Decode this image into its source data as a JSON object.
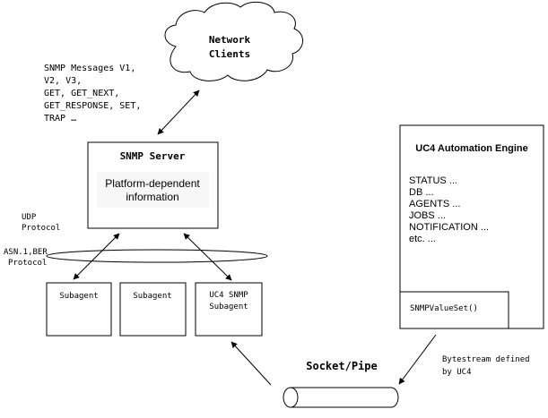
{
  "cloud": {
    "line1": "Network",
    "line2": "Clients"
  },
  "snmp_messages": {
    "lines": [
      "SNMP Messages V1,",
      "V2, V3,",
      "GET, GET_NEXT,",
      "GET_RESPONSE, SET,",
      "TRAP …"
    ]
  },
  "snmp_server": {
    "title": "SNMP Server",
    "info_line1": "Platform-dependent",
    "info_line2": "information"
  },
  "udp": {
    "line1": "UDP",
    "line2": "Protocol"
  },
  "asn": {
    "line1": "ASN.1,BER",
    "line2": "Protocol"
  },
  "subagents": [
    {
      "label": "Subagent"
    },
    {
      "label": "Subagent"
    },
    {
      "line1": "UC4 SNMP",
      "line2": "Subagent"
    }
  ],
  "engine": {
    "title": "UC4 Automation Engine",
    "items": [
      "STATUS ...",
      "DB ...",
      "AGENTS ...",
      "JOBS ...",
      "NOTIFICATION ...",
      "etc. ..."
    ],
    "function_label": "SNMPValueSet()"
  },
  "socket": {
    "label": "Socket/Pipe"
  },
  "bytestream": {
    "line1": "Bytestream defined",
    "line2": "by UC4"
  }
}
